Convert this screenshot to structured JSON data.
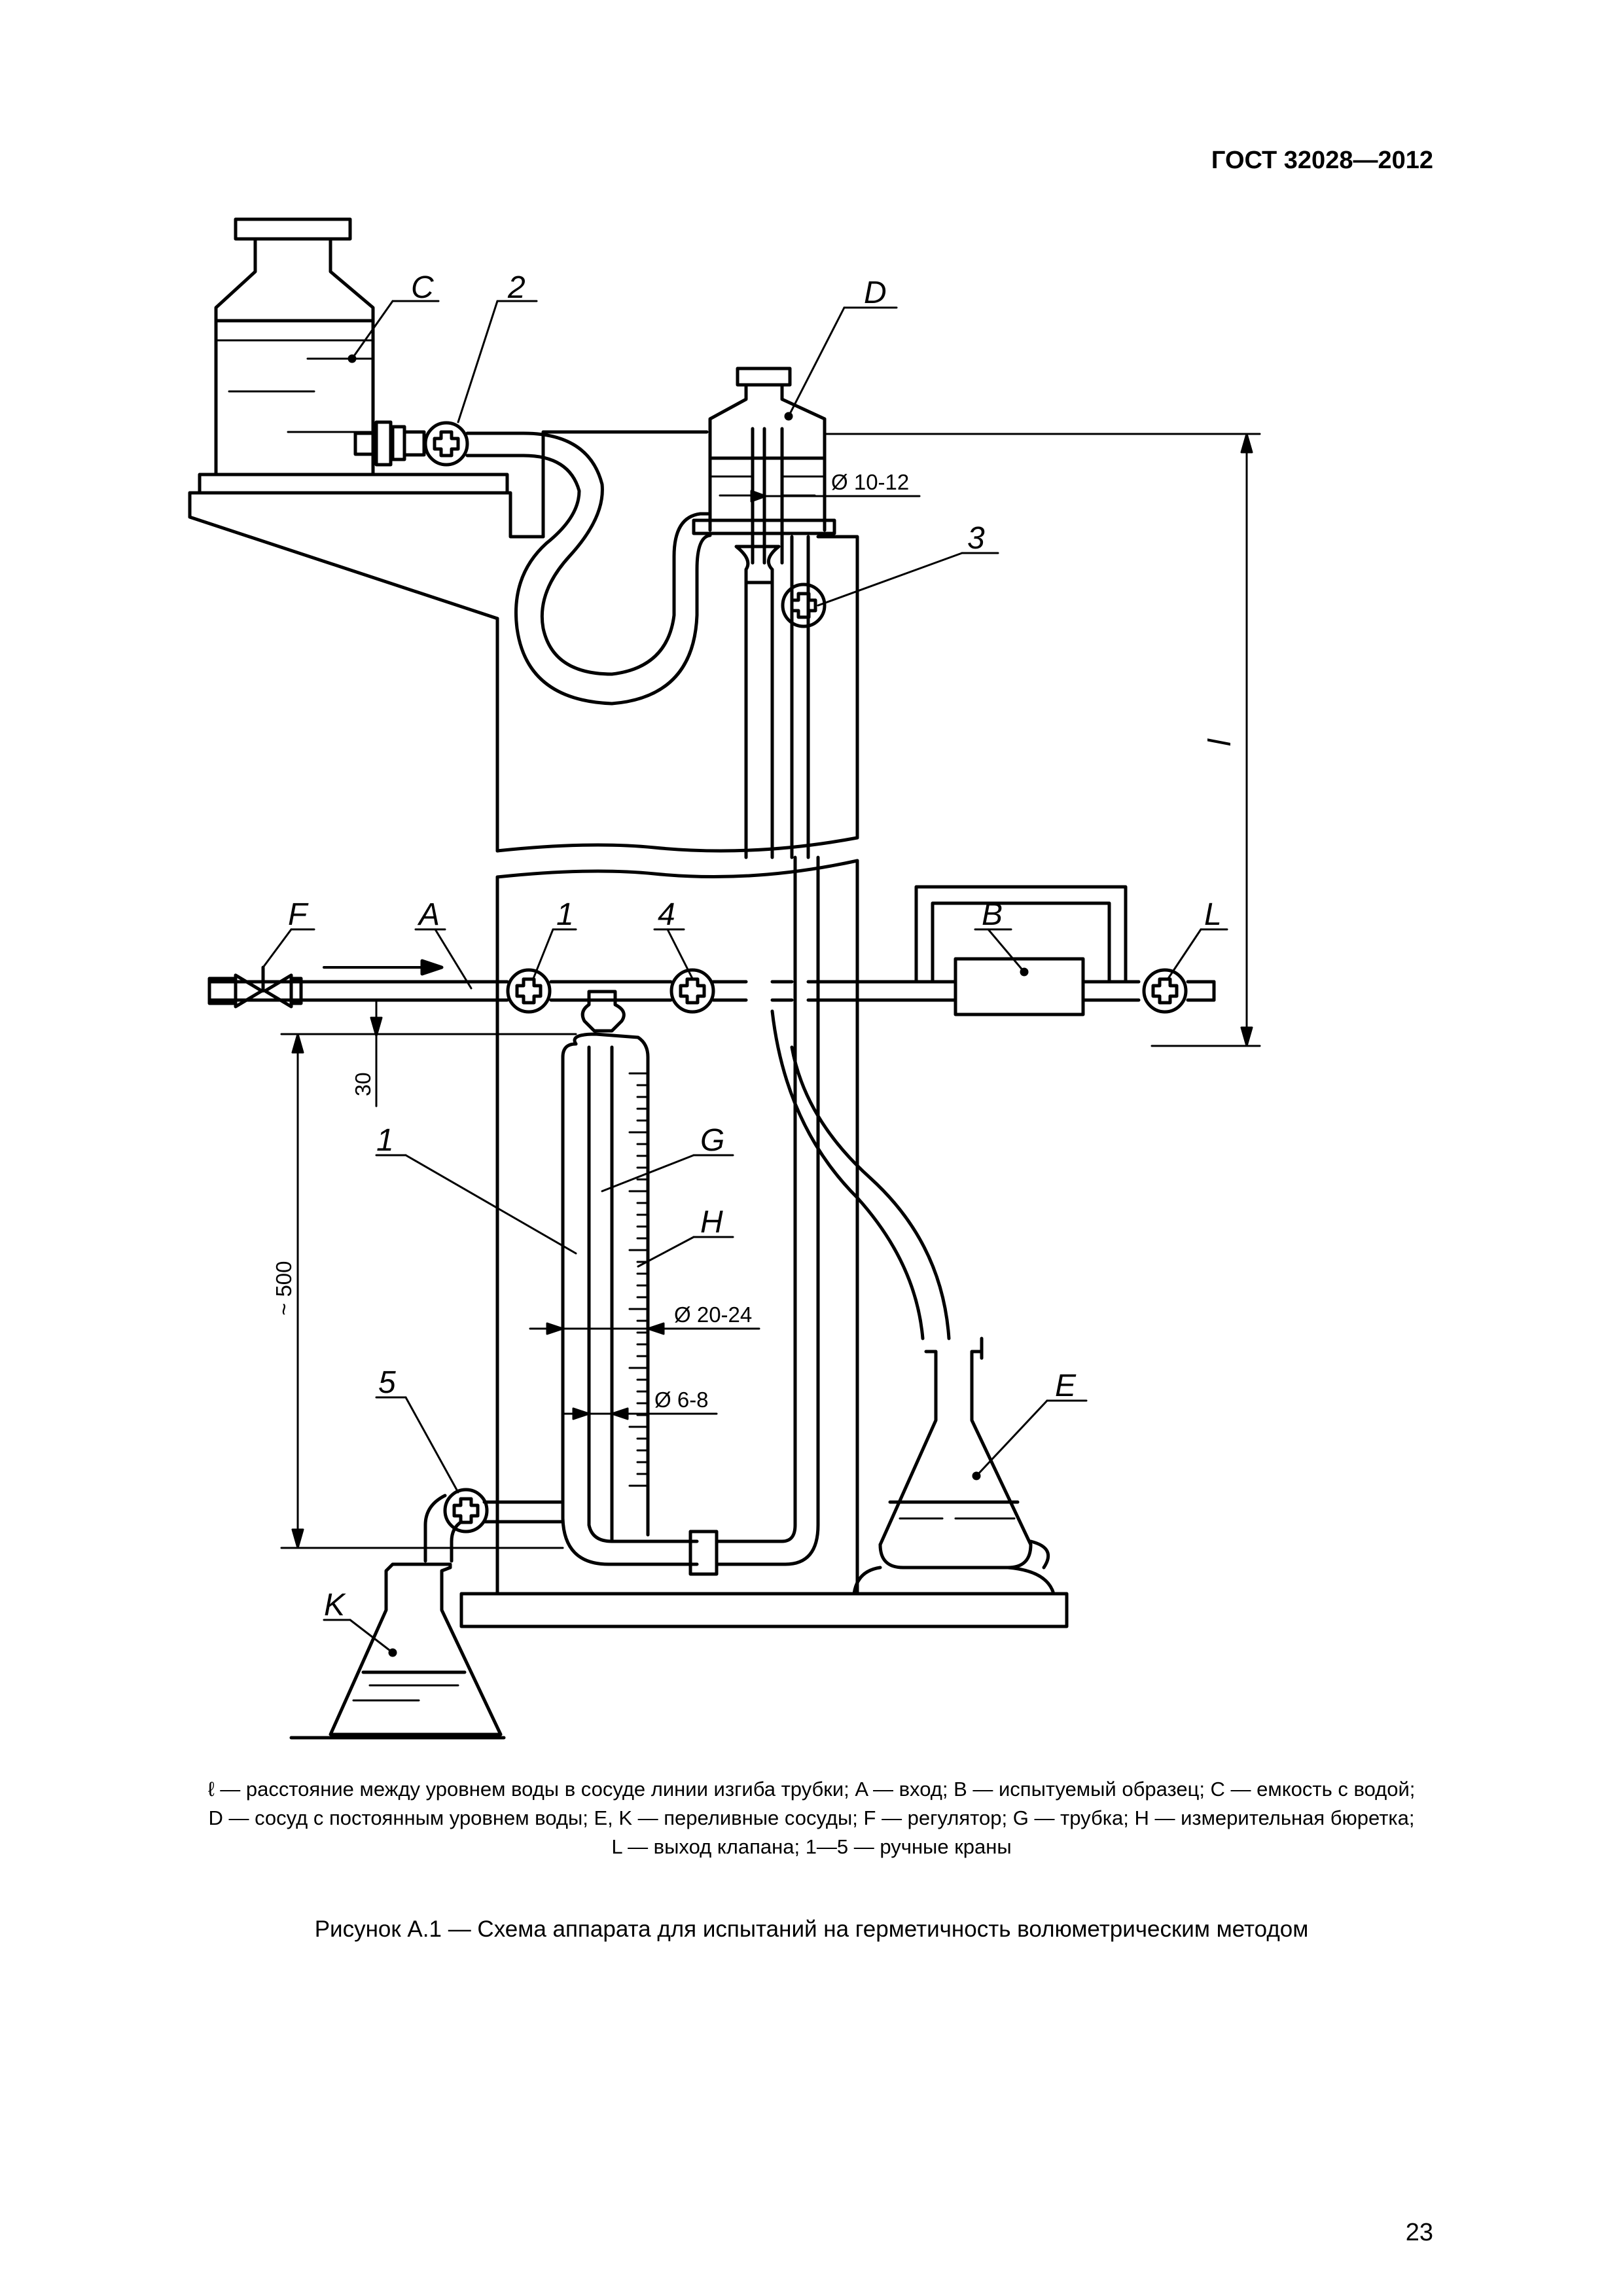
{
  "header": {
    "standard": "ГОСТ 32028—2012"
  },
  "figure": {
    "labels": {
      "C": "C",
      "2": "2",
      "D": "D",
      "3": "3",
      "F": "F",
      "A": "A",
      "1a": "1",
      "4": "4",
      "B": "B",
      "L": "L",
      "1b": "1",
      "G": "G",
      "H": "H",
      "E": "E",
      "5": "5",
      "K": "K",
      "l": "l"
    },
    "dimensions": {
      "d_10_12": "Ø 10-12",
      "d_20_24": "Ø 20-24",
      "d_6_8": "Ø 6-8",
      "h_30": "30",
      "h_500": "~ 500"
    }
  },
  "legend": {
    "line1": "ℓ — расстояние между уровнем воды в сосуде линии изгиба трубки; A — вход; B — испытуемый образец; C — емкость с водой;",
    "line2": "D — сосуд с постоянным уровнем воды; E, K — переливные сосуды; F — регулятор; G — трубка; H — измерительная бюретка;",
    "line3": "L — выход клапана; 1—5 — ручные краны"
  },
  "caption": "Рисунок А.1 — Схема аппарата для испытаний на герметичность волюметрическим методом",
  "page_number": "23"
}
